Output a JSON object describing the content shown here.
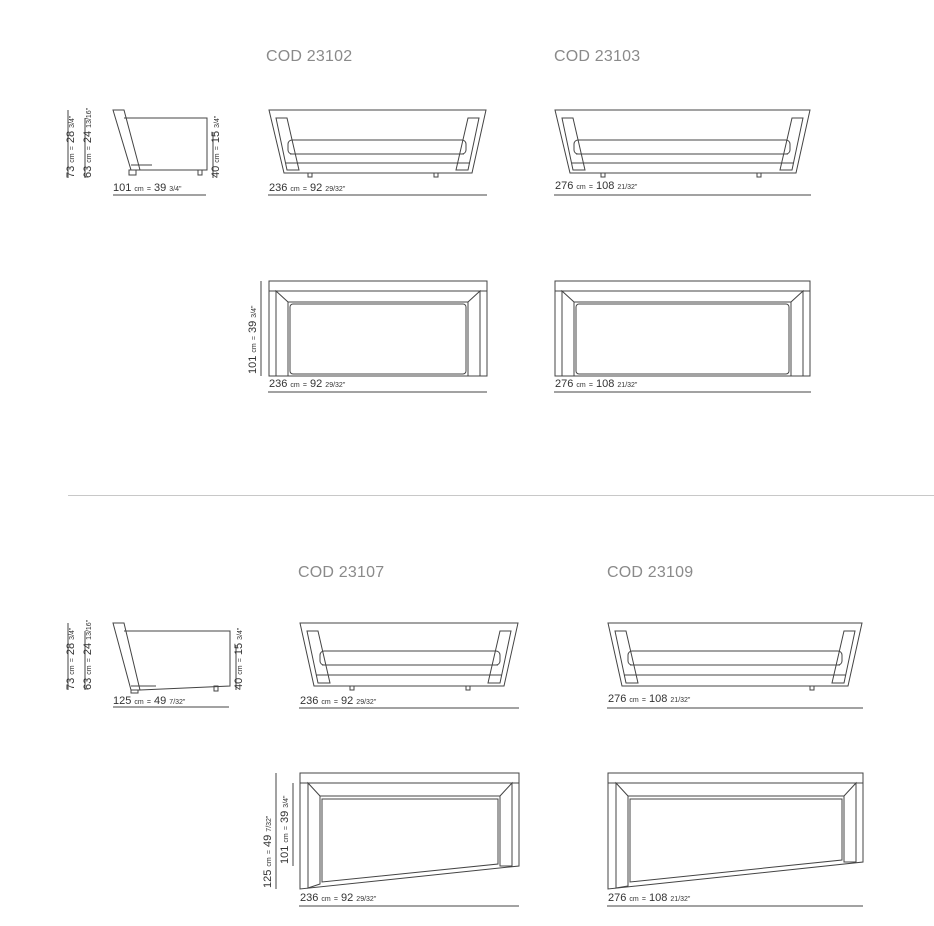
{
  "sections": [
    {
      "models": [
        {
          "code": "COD 23102",
          "front": {
            "cm": "236",
            "in": "92",
            "frac": "29/32\""
          },
          "plan": {
            "cm": "236",
            "in": "92",
            "frac": "29/32\""
          }
        },
        {
          "code": "COD 23103",
          "front": {
            "cm": "276",
            "in": "108",
            "frac": "21/32\""
          },
          "plan": {
            "cm": "276",
            "in": "108",
            "frac": "21/32\""
          }
        }
      ],
      "side": {
        "depth": {
          "cm": "101",
          "in": "39",
          "frac": "3/4\""
        },
        "h1": {
          "cm": "73",
          "in": "28",
          "frac": "3/4\""
        },
        "h2": {
          "cm": "63",
          "in": "24",
          "frac": "13/16\""
        },
        "seat": {
          "cm": "40",
          "in": "15",
          "frac": "3/4\""
        }
      },
      "plan_depth": {
        "cm": "101",
        "in": "39",
        "frac": "3/4\""
      }
    },
    {
      "models": [
        {
          "code": "COD 23107",
          "front": {
            "cm": "236",
            "in": "92",
            "frac": "29/32\""
          },
          "plan": {
            "cm": "236",
            "in": "92",
            "frac": "29/32\""
          }
        },
        {
          "code": "COD 23109",
          "front": {
            "cm": "276",
            "in": "108",
            "frac": "21/32\""
          },
          "plan": {
            "cm": "276",
            "in": "108",
            "frac": "21/32\""
          }
        }
      ],
      "side": {
        "depth": {
          "cm": "125",
          "in": "49",
          "frac": "7/32\""
        },
        "h1": {
          "cm": "73",
          "in": "28",
          "frac": "3/4\""
        },
        "h2": {
          "cm": "63",
          "in": "24",
          "frac": "13/16\""
        },
        "seat": {
          "cm": "40",
          "in": "15",
          "frac": "3/4\""
        }
      },
      "plan_depth_a": {
        "cm": "125",
        "in": "49",
        "frac": "7/32\""
      },
      "plan_depth_b": {
        "cm": "101",
        "in": "39",
        "frac": "3/4\""
      }
    }
  ],
  "units": {
    "cm": "cm",
    "sep": "="
  }
}
